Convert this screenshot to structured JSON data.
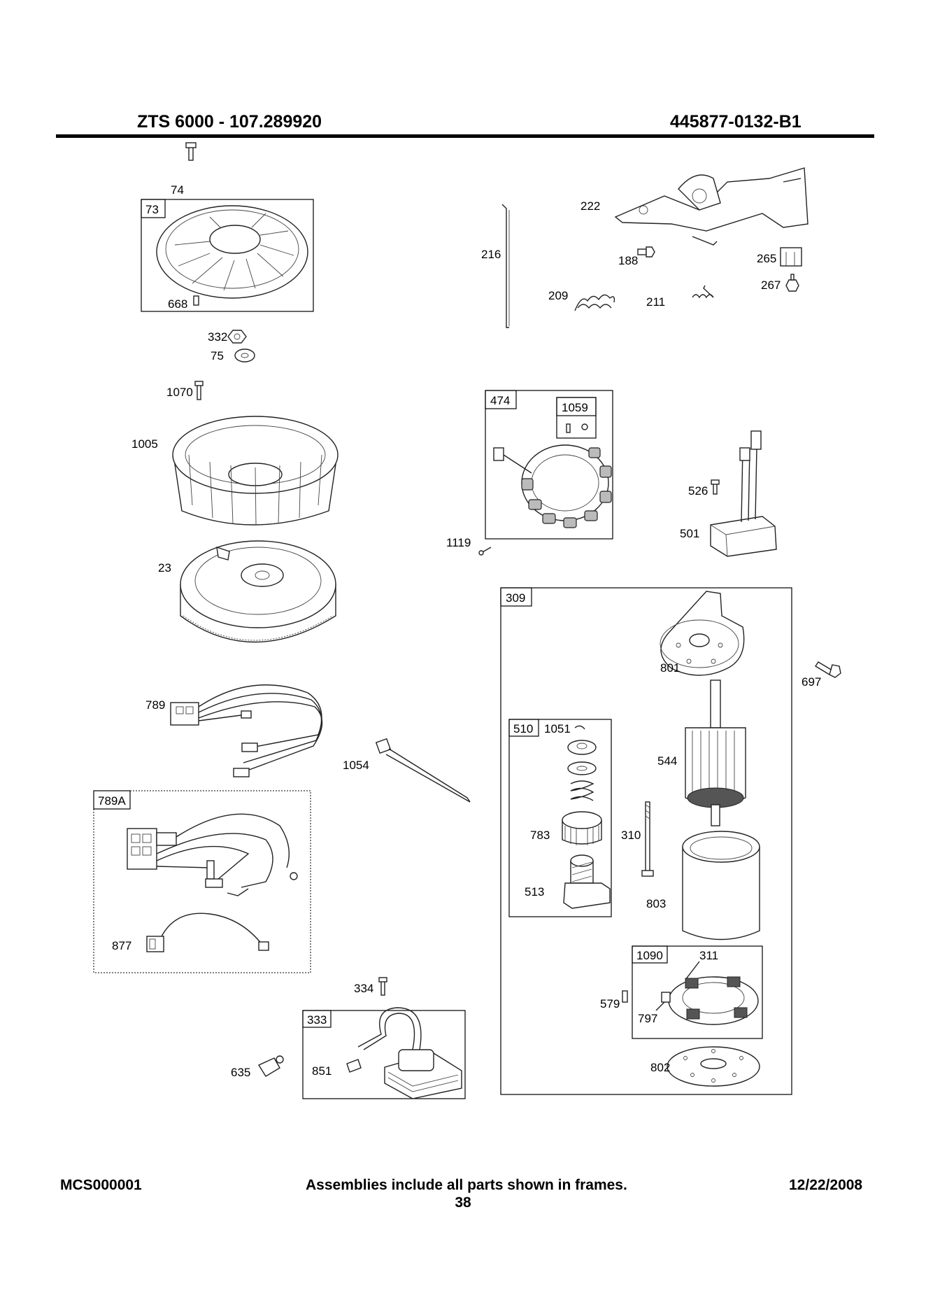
{
  "header": {
    "left": "ZTS 6000 - 107.289920",
    "right": "445877-0132-B1"
  },
  "footer": {
    "left": "MCS000001",
    "center": "Assemblies include all parts shown in frames.",
    "page": "38",
    "right": "12/22/2008"
  },
  "frames": {
    "f73": "73",
    "f474": "474",
    "f1059": "1059",
    "f309": "309",
    "f510": "510",
    "f789A": "789A",
    "f333": "333",
    "f1090": "1090"
  },
  "labels": {
    "l74": "74",
    "l668": "668",
    "l332": "332",
    "l75": "75",
    "l1070": "1070",
    "l1005": "1005",
    "l23": "23",
    "l789": "789",
    "l1054": "1054",
    "l877": "877",
    "l334": "334",
    "l635": "635",
    "l851": "851",
    "l216": "216",
    "l222": "222",
    "l188": "188",
    "l265": "265",
    "l267": "267",
    "l209": "209",
    "l211": "211",
    "l1119": "1119",
    "l526": "526",
    "l501": "501",
    "l801": "801",
    "l697": "697",
    "l1051": "1051",
    "l544": "544",
    "l783": "783",
    "l310": "310",
    "l513": "513",
    "l803": "803",
    "l311": "311",
    "l579": "579",
    "l797": "797",
    "l802": "802"
  }
}
